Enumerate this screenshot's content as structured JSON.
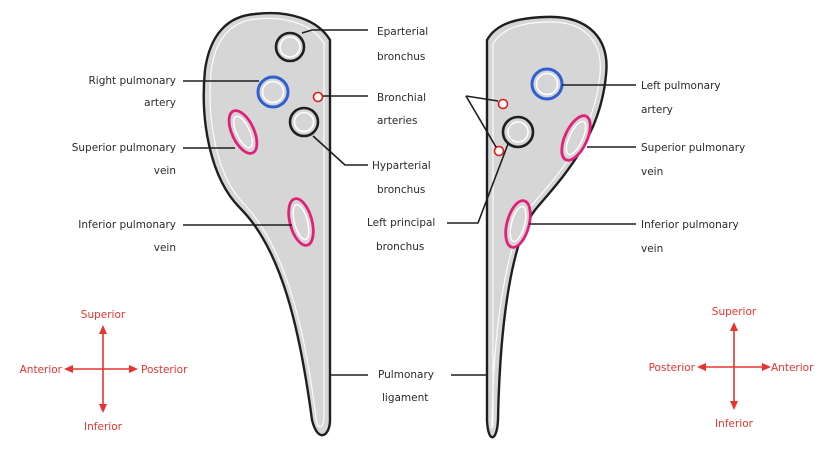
{
  "labels": {
    "eparterial_bronchus": [
      "Eparterial",
      "bronchus"
    ],
    "right_pulmonary_artery": [
      "Right pulmonary",
      "artery"
    ],
    "bronchial_arteries": [
      "Bronchial",
      "arteries"
    ],
    "superior_pulmonary_vein_right": [
      "Superior pulmonary",
      "vein"
    ],
    "hyparterial_bronchus": [
      "Hyparterial",
      "bronchus"
    ],
    "inferior_pulmonary_vein_right": [
      "Inferior pulmonary",
      "vein"
    ],
    "left_principal_bronchus": [
      "Left principal",
      "bronchus"
    ],
    "pulmonary_ligament": [
      "Pulmonary",
      "ligament"
    ],
    "left_pulmonary_artery": [
      "Left pulmonary",
      "artery"
    ],
    "superior_pulmonary_vein_left": [
      "Superior pulmonary",
      "vein"
    ],
    "inferior_pulmonary_vein_left": [
      "Inferior pulmonary",
      "vein"
    ]
  },
  "compass_left": {
    "superior": "Superior",
    "inferior": "Inferior",
    "anterior": "Anterior",
    "posterior": "Posterior"
  },
  "compass_right": {
    "superior": "Superior",
    "inferior": "Inferior",
    "anterior": "Anterior",
    "posterior": "Posterior"
  },
  "colors": {
    "lung_fill": "#d6d6d6",
    "outline": "#1f1f1f",
    "artery": "#2f5fd0",
    "vein": "#e0207a",
    "bronchial_artery": "#e01818",
    "compass": "#e8332e"
  }
}
